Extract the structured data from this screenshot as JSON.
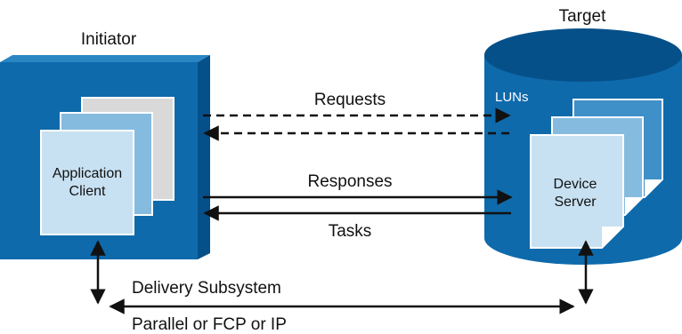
{
  "labels": {
    "initiator": "Initiator",
    "target": "Target",
    "luns": "LUNs",
    "requests": "Requests",
    "responses": "Responses",
    "tasks": "Tasks",
    "application_client_line1": "Application",
    "application_client_line2": "Client",
    "device_server_line1": "Device",
    "device_server_line2": "Server",
    "delivery_subsystem": "Delivery Subsystem",
    "transport": "Parallel or FCP or IP"
  },
  "colors": {
    "box_front": "#0e6aab",
    "box_top": "#2a86c3",
    "box_side": "#06508a",
    "cylinder_body": "#0e6aab",
    "cylinder_top": "#06508a",
    "page_light": "#c8e1f2",
    "page_mid": "#86bbe0",
    "page_dark": "#3f8fc8",
    "page_gray": "#d9d9d9",
    "line": "#111111"
  }
}
